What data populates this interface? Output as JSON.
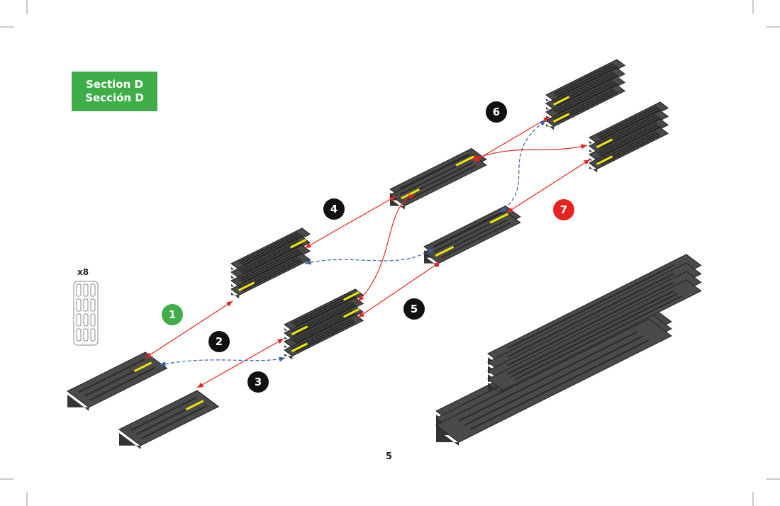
{
  "section": {
    "line1": "Section D",
    "line2": "Sección D"
  },
  "parts": {
    "count": "x8"
  },
  "steps": [
    {
      "label": "1",
      "color": "#3fae49"
    },
    {
      "label": "2",
      "color": "#111111"
    },
    {
      "label": "3",
      "color": "#111111"
    },
    {
      "label": "4",
      "color": "#111111"
    },
    {
      "label": "5",
      "color": "#111111"
    },
    {
      "label": "6",
      "color": "#111111"
    },
    {
      "label": "7",
      "color": "#e52421"
    }
  ],
  "page": {
    "number": "5"
  },
  "colors": {
    "piece": "#4a4a4a",
    "highlight": "#f2e600",
    "arrow": "#e52421",
    "link": "#3a5ea8"
  }
}
